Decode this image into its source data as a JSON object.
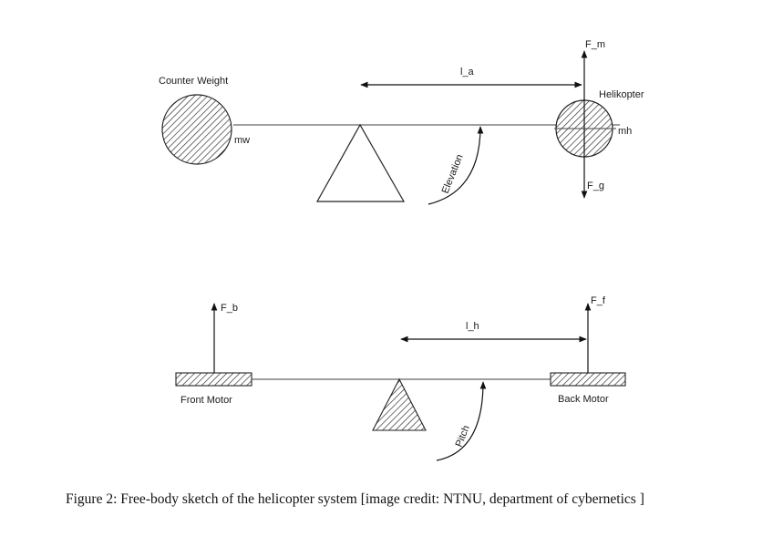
{
  "top_diagram": {
    "counter_weight_label": "Counter Weight",
    "mw_label": "mw",
    "la_label": "l_a",
    "helikopter_label": "Helikopter",
    "mh_label": "mh",
    "fm_label": "F_m",
    "fg_label": "F_g",
    "elevation_label": "Elevation"
  },
  "bottom_diagram": {
    "fb_label": "F_b",
    "ff_label": "F_f",
    "lh_label": "l_h",
    "front_motor_label": "Front Motor",
    "back_motor_label": "Back Motor",
    "pitch_label": "Pitch"
  },
  "caption": {
    "text": "Figure 2: Free-body sketch of the helicopter system [image credit: NTNU, department of cybernetics ]"
  }
}
